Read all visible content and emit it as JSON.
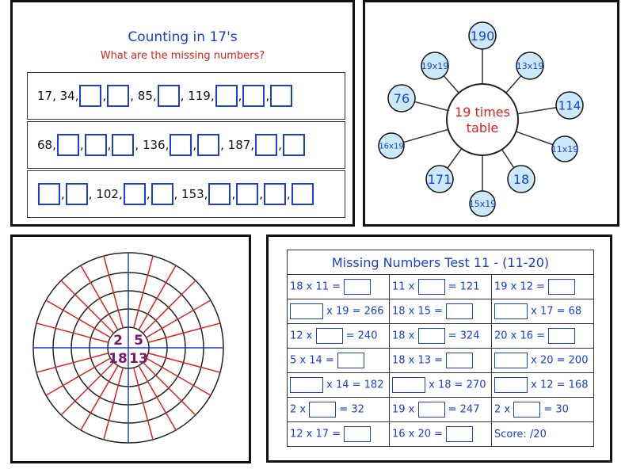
{
  "counting": {
    "title": "Counting in 17's",
    "subtitle": "What are the missing numbers?",
    "rows": [
      [
        "17, 34,",
        "box",
        ",",
        "box",
        ", 85,",
        "box",
        ", 119,",
        "box",
        ",",
        "box",
        ",",
        "box"
      ],
      [
        "68,",
        "box",
        ",",
        "box",
        ",",
        "box",
        ", 136,",
        "box",
        ",",
        "box",
        ", 187,",
        "box",
        ",",
        "box"
      ],
      [
        "box",
        ",",
        "box",
        ", 102,",
        "box",
        ",",
        "box",
        ", 153,",
        "box",
        ",",
        "box",
        ",",
        "box",
        ",",
        "box"
      ]
    ]
  },
  "spider": {
    "center_line1": "19 times",
    "center_line2": "table",
    "nodes": [
      "190",
      "13x19",
      "114",
      "11x19",
      "18",
      "15x19",
      "171",
      "16x19",
      "76",
      "19x19"
    ]
  },
  "target": {
    "center_numbers": [
      "2",
      "5",
      "18",
      "13"
    ]
  },
  "test": {
    "title": "Missing Numbers Test 11 - (11-20)",
    "rows": [
      [
        [
          "18 x 11 =",
          "box",
          ""
        ],
        [
          "11 x",
          "box",
          "= 121"
        ],
        [
          "19 x 12 =",
          "box",
          ""
        ]
      ],
      [
        [
          "",
          "box",
          "x 19 = 266"
        ],
        [
          "18 x 15 =",
          "box",
          ""
        ],
        [
          "",
          "box",
          "x 17 = 68"
        ]
      ],
      [
        [
          "12 x",
          "box",
          "= 240"
        ],
        [
          "18 x",
          "box",
          "= 324"
        ],
        [
          "20 x 16 =",
          "box",
          ""
        ]
      ],
      [
        [
          "5 x 14 =",
          "box",
          ""
        ],
        [
          "18 x 13 =",
          "box",
          ""
        ],
        [
          "",
          "box",
          "x 20 = 200"
        ]
      ],
      [
        [
          "",
          "box",
          "x 14 = 182"
        ],
        [
          "",
          "box",
          "x 18 = 270"
        ],
        [
          "",
          "box",
          "x 12 = 168"
        ]
      ],
      [
        [
          "2 x",
          "box",
          "= 32"
        ],
        [
          "19 x",
          "box",
          "= 247"
        ],
        [
          "2 x",
          "box",
          "= 30"
        ]
      ],
      [
        [
          "12 x 17 =",
          "box",
          ""
        ],
        [
          "16 x 20 =",
          "box",
          ""
        ],
        [
          "Score:      /20",
          "",
          ""
        ]
      ]
    ]
  },
  "colors": {
    "blue": "#1a3fd6",
    "red": "#e0201a",
    "node_fill": "#cbe9f8",
    "purple": "#7b1a6a"
  }
}
